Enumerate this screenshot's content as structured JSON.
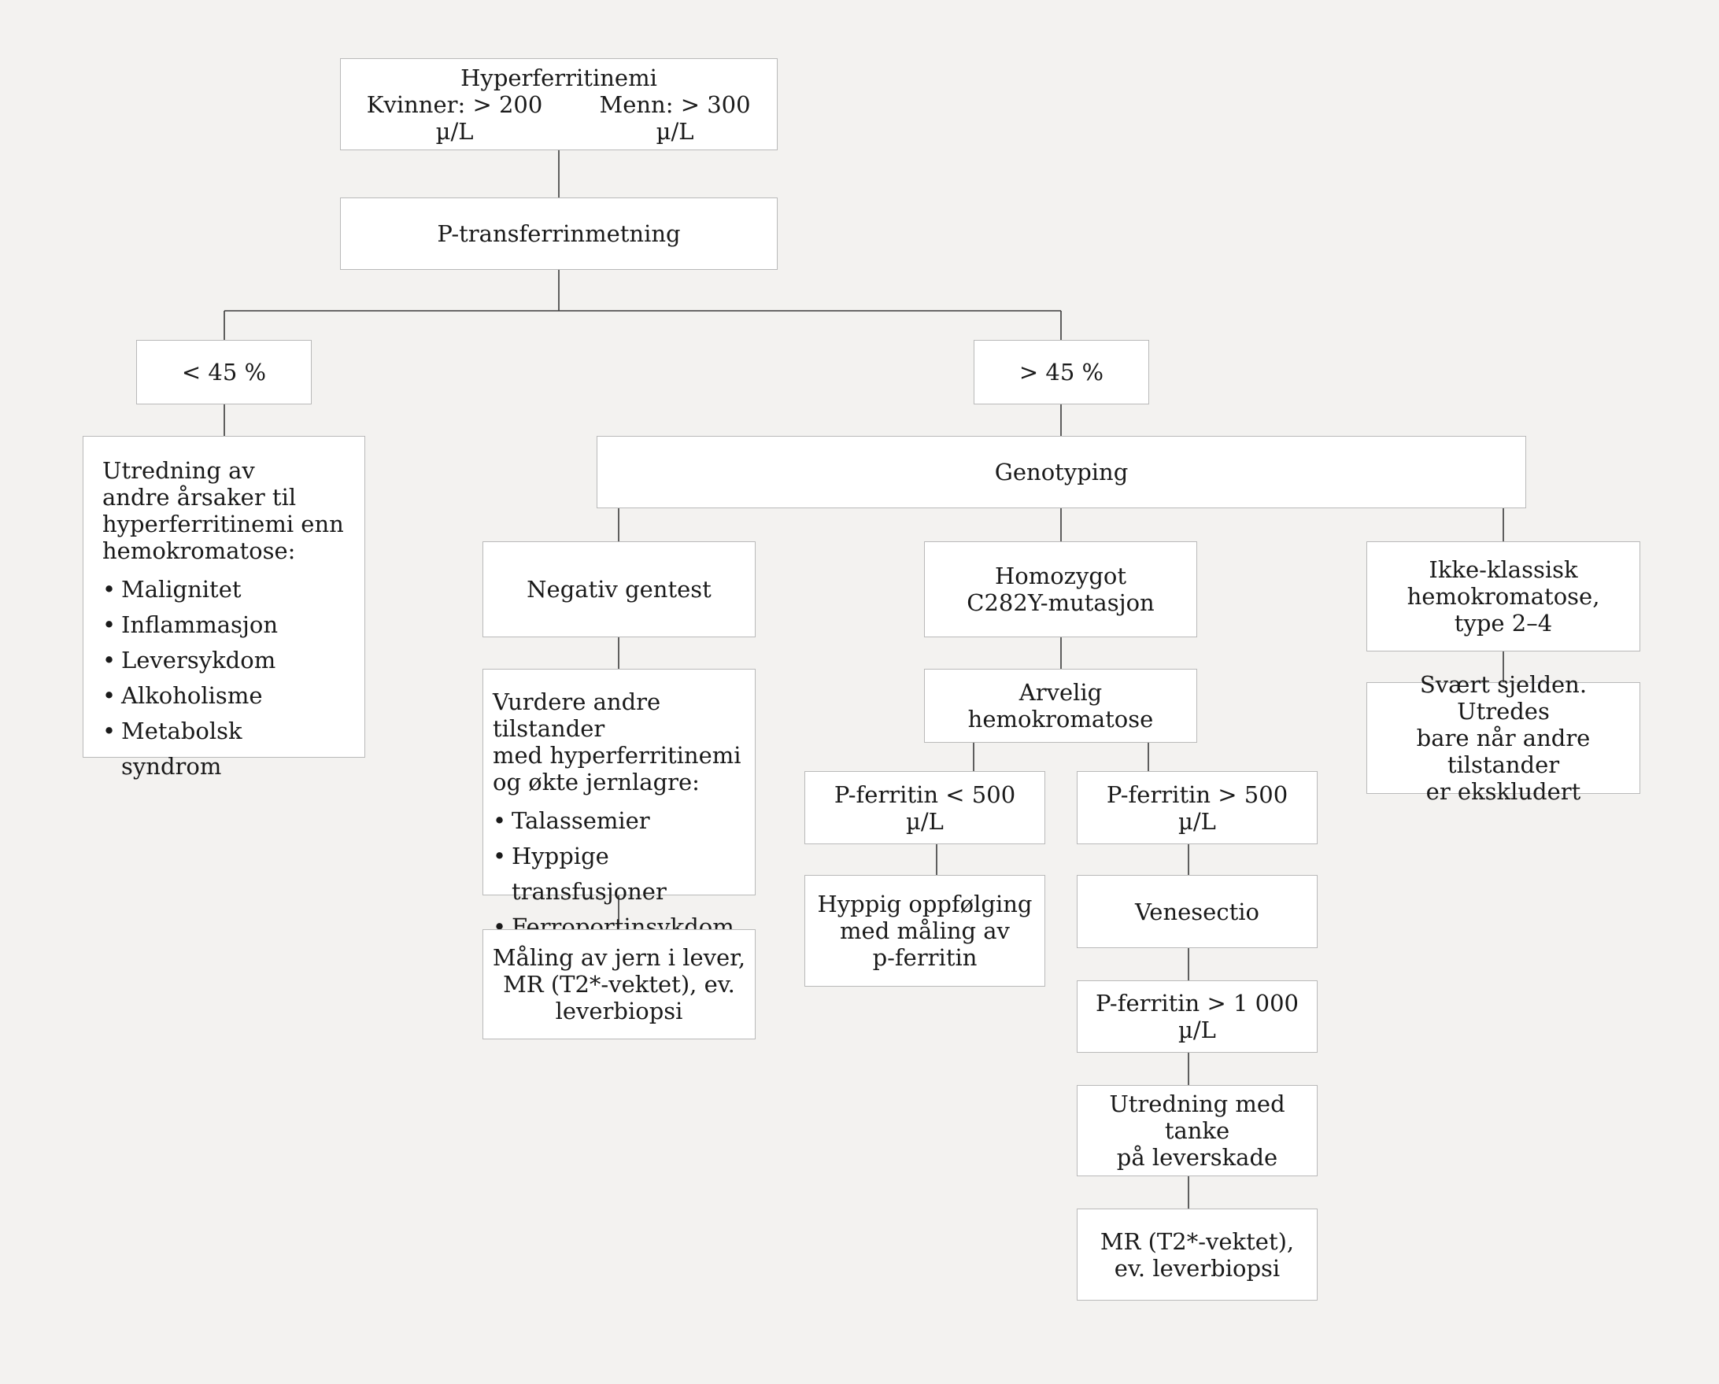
{
  "root": {
    "title": "Hyperferritinemi",
    "women": "Kvinner: > 200 µ/L",
    "men": "Menn: > 300 µ/L"
  },
  "transferrin": "P-transferrinmetning",
  "low": {
    "label": "< 45 %",
    "other_causes": {
      "lines": [
        "Utredning av",
        "andre årsaker til",
        "hyperferritinemi enn",
        "hemokromatose:"
      ],
      "items": [
        "Malignitet",
        "Inflammasjon",
        "Leversykdom",
        "Alkoholisme",
        "Metabolsk syndrom"
      ]
    }
  },
  "high": {
    "label": "> 45 %",
    "genotyping": "Genotyping",
    "negative": {
      "label": "Negativ gentest",
      "consider": {
        "lines": [
          "Vurdere andre tilstander",
          "med hyperferritinemi",
          "og økte jernlagre:"
        ],
        "items": [
          "Talassemier",
          "Hyppige transfusjoner",
          "Ferroportinsykdom"
        ]
      },
      "measure": [
        "Måling av jern i lever,",
        "MR (T2*-vektet), ev.",
        "leverbiopsi"
      ]
    },
    "homozygous": {
      "label": [
        "Homozygot",
        "C282Y-mutasjon"
      ],
      "hereditary": "Arvelig hemokromatose",
      "low_ferritin": {
        "label": "P-ferritin < 500 µ/L",
        "followup": [
          "Hyppig oppfølging",
          "med måling av",
          "p-ferritin"
        ]
      },
      "high_ferritin": {
        "label": "P-ferritin > 500 µ/L",
        "venesectio": "Venesectio",
        "very_high": "P-ferritin > 1 000 µ/L",
        "liver_damage": [
          "Utredning med tanke",
          "på leverskade"
        ],
        "mr": [
          "MR (T2*-vektet),",
          "ev. leverbiopsi"
        ]
      }
    },
    "nonclassic": {
      "label": [
        "Ikke-klassisk",
        "hemokromatose,",
        "type 2–4"
      ],
      "rare": [
        "Svært sjelden. Utredes",
        "bare når andre tilstander",
        "er ekskludert"
      ]
    }
  },
  "colors": {
    "background": "#f3f2f0",
    "box": "#ffffff",
    "border": "#b9b9b9",
    "line": "#3a3a3a"
  }
}
